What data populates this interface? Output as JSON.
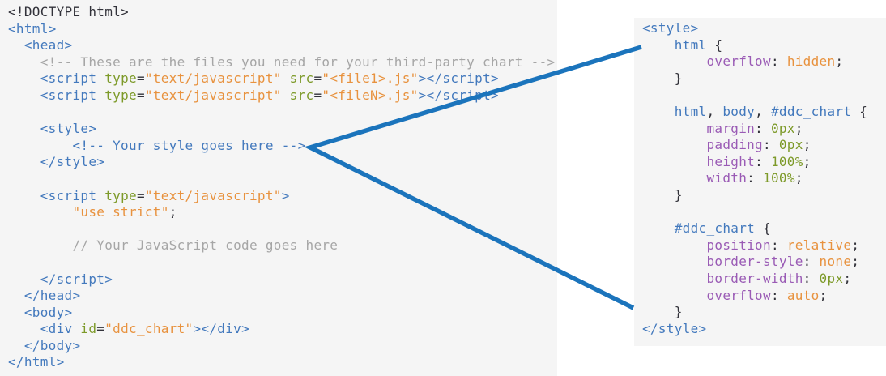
{
  "colors": {
    "panel_bg": "#f5f5f5",
    "page_bg": "#ffffff",
    "connector": "#1b74bc",
    "token": {
      "b": "#4379bd",
      "g": "#7d9a29",
      "o": "#e8923e",
      "c": "#a6a6a6",
      "d": "#32323a",
      "p": "#9a5bb5"
    }
  },
  "left_code": {
    "description": "html-template-skeleton",
    "lines": [
      [
        [
          "d",
          "<!DOCTYPE html>"
        ]
      ],
      [
        [
          "b",
          "<html>"
        ]
      ],
      [
        [
          "b",
          "  <head>"
        ]
      ],
      [
        [
          "c",
          "    <!-- These are the files you need for your third-party chart -->"
        ]
      ],
      [
        [
          "b",
          "    <script "
        ],
        [
          "g",
          "type"
        ],
        [
          "d",
          "="
        ],
        [
          "o",
          "\"text/javascript\""
        ],
        [
          "d",
          " "
        ],
        [
          "g",
          "src"
        ],
        [
          "d",
          "="
        ],
        [
          "o",
          "\"<file1>.js\""
        ],
        [
          "b",
          "></script>"
        ]
      ],
      [
        [
          "b",
          "    <script "
        ],
        [
          "g",
          "type"
        ],
        [
          "d",
          "="
        ],
        [
          "o",
          "\"text/javascript\""
        ],
        [
          "d",
          " "
        ],
        [
          "g",
          "src"
        ],
        [
          "d",
          "="
        ],
        [
          "o",
          "\"<fileN>.js\""
        ],
        [
          "b",
          "></script>"
        ]
      ],
      [],
      [
        [
          "b",
          "    <style>"
        ]
      ],
      [
        [
          "b",
          "        <!-- Your style goes here -->"
        ]
      ],
      [
        [
          "b",
          "    </style>"
        ]
      ],
      [],
      [
        [
          "b",
          "    <script "
        ],
        [
          "g",
          "type"
        ],
        [
          "d",
          "="
        ],
        [
          "o",
          "\"text/javascript\""
        ],
        [
          "b",
          ">"
        ]
      ],
      [
        [
          "o",
          "        \"use strict\""
        ],
        [
          "d",
          ";"
        ]
      ],
      [],
      [
        [
          "c",
          "        // Your JavaScript code goes here"
        ]
      ],
      [],
      [
        [
          "b",
          "    </script>"
        ]
      ],
      [
        [
          "b",
          "  </head>"
        ]
      ],
      [
        [
          "b",
          "  <body>"
        ]
      ],
      [
        [
          "b",
          "    <div "
        ],
        [
          "g",
          "id"
        ],
        [
          "d",
          "="
        ],
        [
          "o",
          "\"ddc_chart\""
        ],
        [
          "b",
          "></div>"
        ]
      ],
      [
        [
          "b",
          "  </body>"
        ]
      ],
      [
        [
          "b",
          "</html>"
        ]
      ]
    ]
  },
  "right_code": {
    "description": "style-block-detail",
    "lines": [
      [
        [
          "b",
          "<style>"
        ]
      ],
      [
        [
          "b",
          "    html "
        ],
        [
          "d",
          "{"
        ]
      ],
      [
        [
          "p",
          "        overflow"
        ],
        [
          "d",
          ": "
        ],
        [
          "o",
          "hidden"
        ],
        [
          "d",
          ";"
        ]
      ],
      [
        [
          "d",
          "    }"
        ]
      ],
      [],
      [
        [
          "b",
          "    html"
        ],
        [
          "d",
          ", "
        ],
        [
          "b",
          "body"
        ],
        [
          "d",
          ", "
        ],
        [
          "b",
          "#ddc_chart "
        ],
        [
          "d",
          "{"
        ]
      ],
      [
        [
          "p",
          "        margin"
        ],
        [
          "d",
          ": "
        ],
        [
          "g",
          "0px"
        ],
        [
          "d",
          ";"
        ]
      ],
      [
        [
          "p",
          "        padding"
        ],
        [
          "d",
          ": "
        ],
        [
          "g",
          "0px"
        ],
        [
          "d",
          ";"
        ]
      ],
      [
        [
          "p",
          "        height"
        ],
        [
          "d",
          ": "
        ],
        [
          "g",
          "100%"
        ],
        [
          "d",
          ";"
        ]
      ],
      [
        [
          "p",
          "        width"
        ],
        [
          "d",
          ": "
        ],
        [
          "g",
          "100%"
        ],
        [
          "d",
          ";"
        ]
      ],
      [
        [
          "d",
          "    }"
        ]
      ],
      [],
      [
        [
          "b",
          "    #ddc_chart "
        ],
        [
          "d",
          "{"
        ]
      ],
      [
        [
          "p",
          "        position"
        ],
        [
          "d",
          ": "
        ],
        [
          "o",
          "relative"
        ],
        [
          "d",
          ";"
        ]
      ],
      [
        [
          "p",
          "        border-style"
        ],
        [
          "d",
          ": "
        ],
        [
          "o",
          "none"
        ],
        [
          "d",
          ";"
        ]
      ],
      [
        [
          "p",
          "        border-width"
        ],
        [
          "d",
          ": "
        ],
        [
          "g",
          "0px"
        ],
        [
          "d",
          ";"
        ]
      ],
      [
        [
          "p",
          "        overflow"
        ],
        [
          "d",
          ": "
        ],
        [
          "o",
          "auto"
        ],
        [
          "d",
          ";"
        ]
      ],
      [
        [
          "d",
          "    }"
        ]
      ],
      [
        [
          "b",
          "</style>"
        ]
      ]
    ]
  }
}
